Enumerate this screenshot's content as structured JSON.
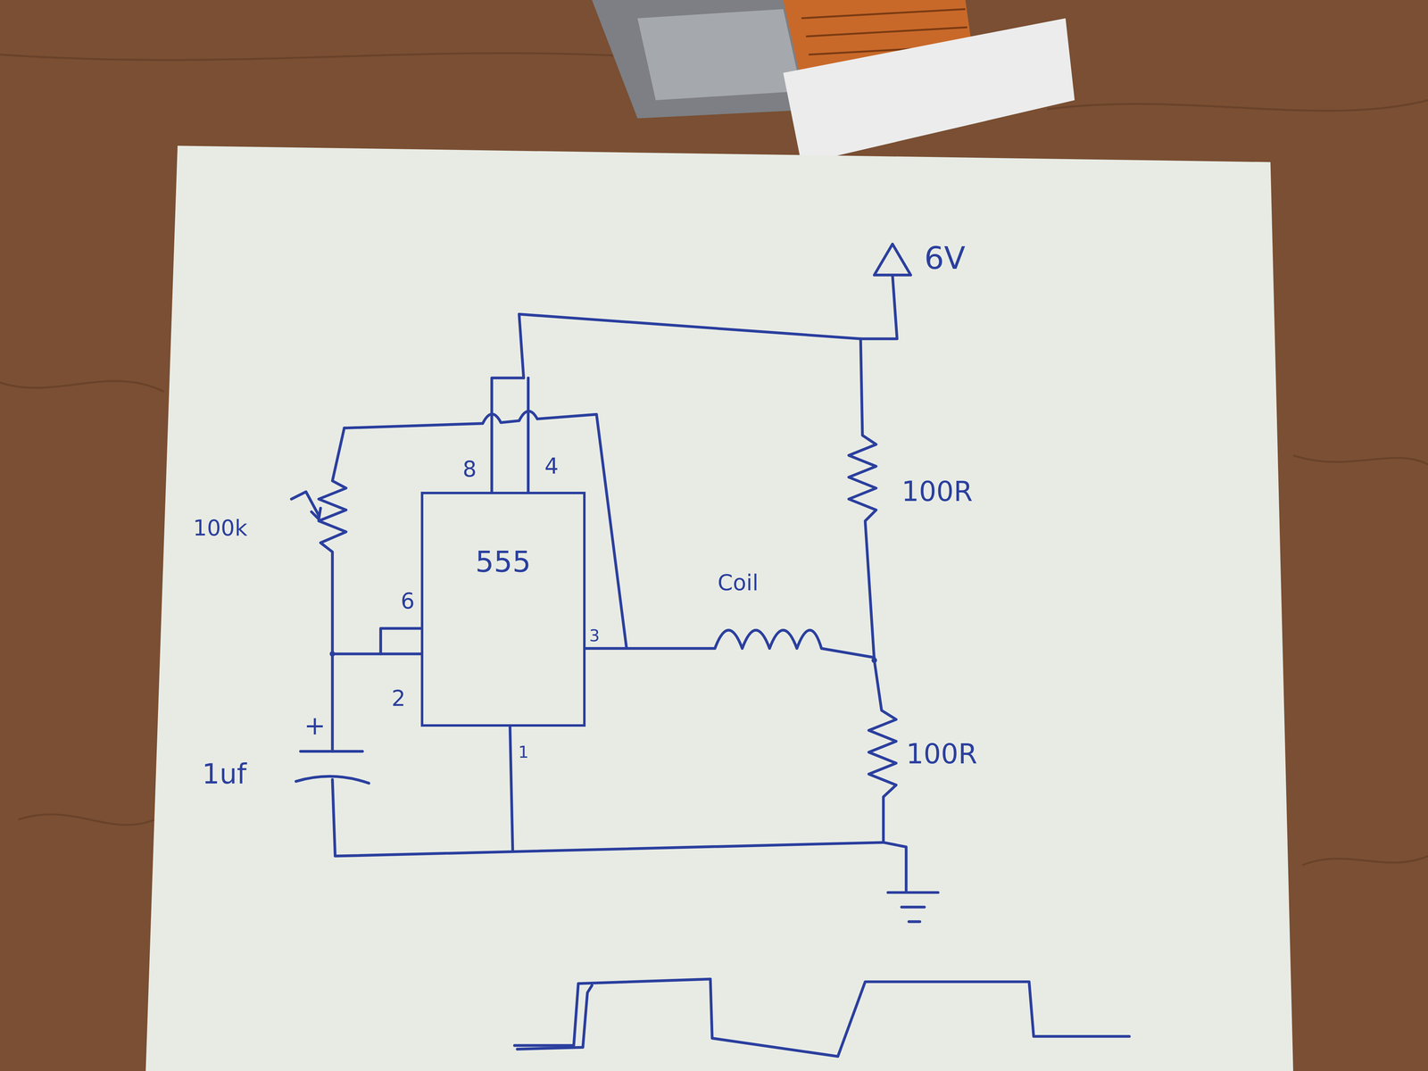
{
  "diagram": {
    "nodes": [
      {
        "text": [
          "555"
        ]
      }
    ],
    "labels": [
      "6V",
      "8",
      "4",
      "100k",
      "100R",
      "Coil",
      "6",
      "3",
      "2",
      "+",
      "1uf",
      "1",
      "100R"
    ]
  }
}
